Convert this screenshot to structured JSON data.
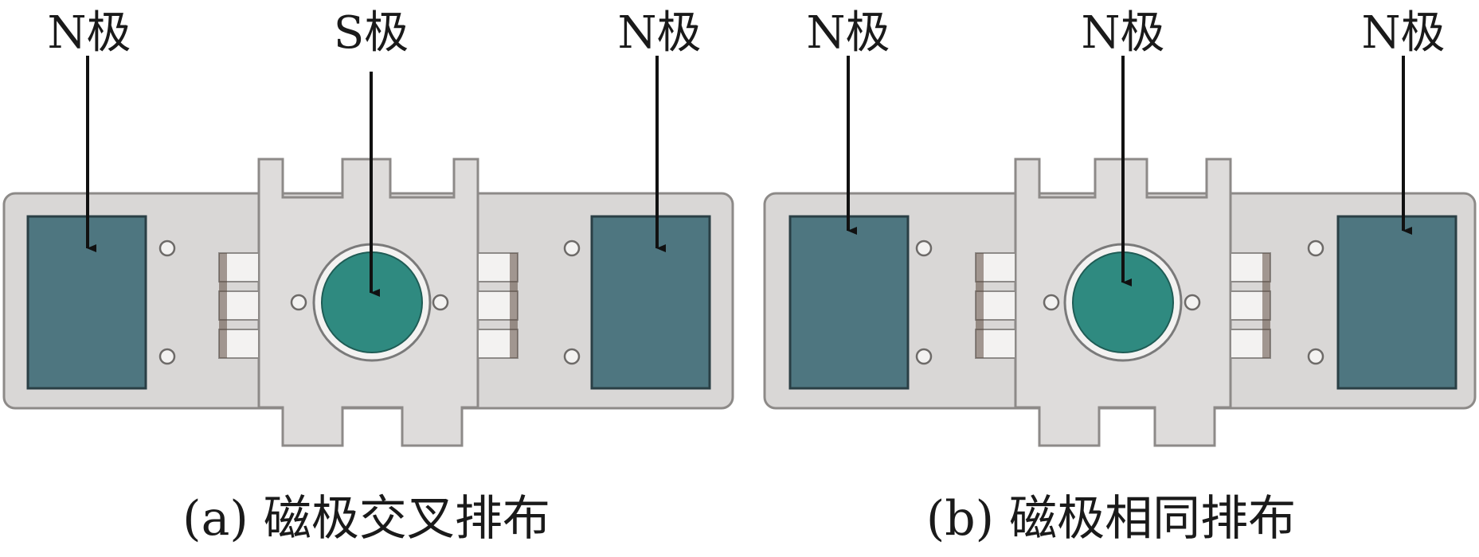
{
  "panels": [
    {
      "caption": "(a)  磁极交叉排布",
      "labels": [
        "N极",
        "S极",
        "N极"
      ]
    },
    {
      "caption": "(b)  磁极相同排布",
      "labels": [
        "N极",
        "N极",
        "N极"
      ]
    }
  ],
  "colors": {
    "plate": "#d9d7d6",
    "plate_stroke": "#8d8a88",
    "plate_highlight": "#f3f2f1",
    "magnet_rect": "#4e7680",
    "magnet_rect_stroke": "#2a3f45",
    "magnet_circle": "#2f8a80",
    "magnet_circle_ring": "#7a7a7a",
    "green_layer": "#7d7a2d",
    "slot_shadow": "#5c4b40",
    "arrow": "#111111",
    "text": "#1a1a1a"
  }
}
